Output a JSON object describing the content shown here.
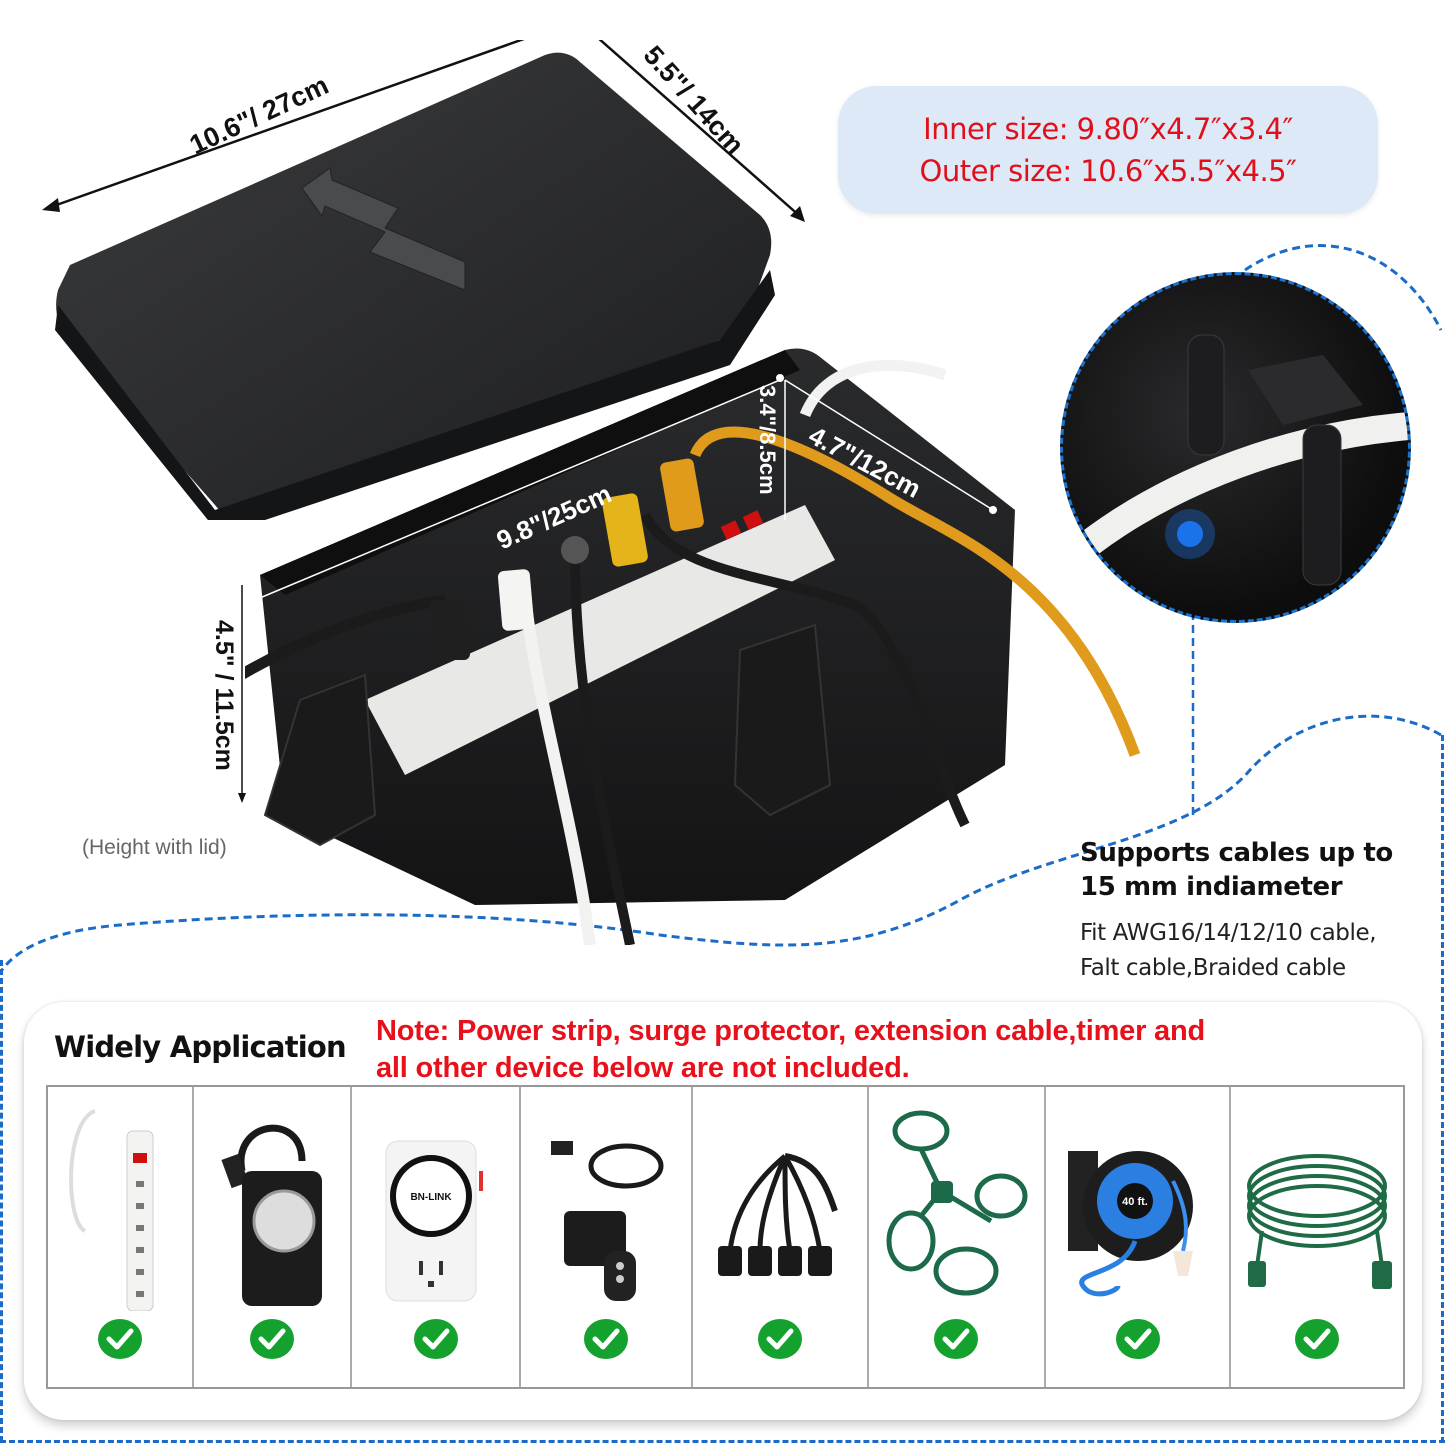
{
  "dimensions": {
    "lid_length": "10.6\"/ 27cm",
    "lid_width": "5.5\"/ 14cm",
    "inner_length": "9.8\"/25cm",
    "inner_height": "3.4\"/8.5cm",
    "inner_width": "4.7\"/12cm",
    "outer_height": "4.5\" / 11.5cm",
    "height_note": "(Height with lid)"
  },
  "spec_box": {
    "inner": "Inner size: 9.80″x4.7″x3.4″",
    "outer": "Outer size: 10.6″x5.5″x4.5″",
    "text_color": "#e0101a",
    "bg_color": "#dde9f7"
  },
  "cable_support": {
    "title_line1": "Supports cables up to",
    "title_line2": "15 mm indiameter",
    "sub_line1": "Fit AWG16/14/12/10 cable,",
    "sub_line2": "Falt cable,Braided cable"
  },
  "application": {
    "title": "Widely Application",
    "note_line1": "Note: Power strip, surge protector, extension cable,timer and",
    "note_line2": "all other device below are not included.",
    "items": [
      {
        "name": "power-strip",
        "brand": "",
        "compatible": true
      },
      {
        "name": "outdoor-timer",
        "brand": "",
        "compatible": true
      },
      {
        "name": "mechanical-timer",
        "brand": "BN-LINK",
        "compatible": true
      },
      {
        "name": "remote-outlet",
        "brand": "",
        "compatible": true
      },
      {
        "name": "splitter-cord",
        "brand": "",
        "compatible": true
      },
      {
        "name": "multi-outlet-extension",
        "brand": "",
        "compatible": true
      },
      {
        "name": "cord-reel",
        "brand": "40 ft.",
        "compatible": true
      },
      {
        "name": "green-extension-cord",
        "brand": "",
        "compatible": true
      }
    ]
  },
  "colors": {
    "accent_blue": "#1a73e8",
    "check_green": "#14a12e",
    "note_red": "#e8101a"
  }
}
